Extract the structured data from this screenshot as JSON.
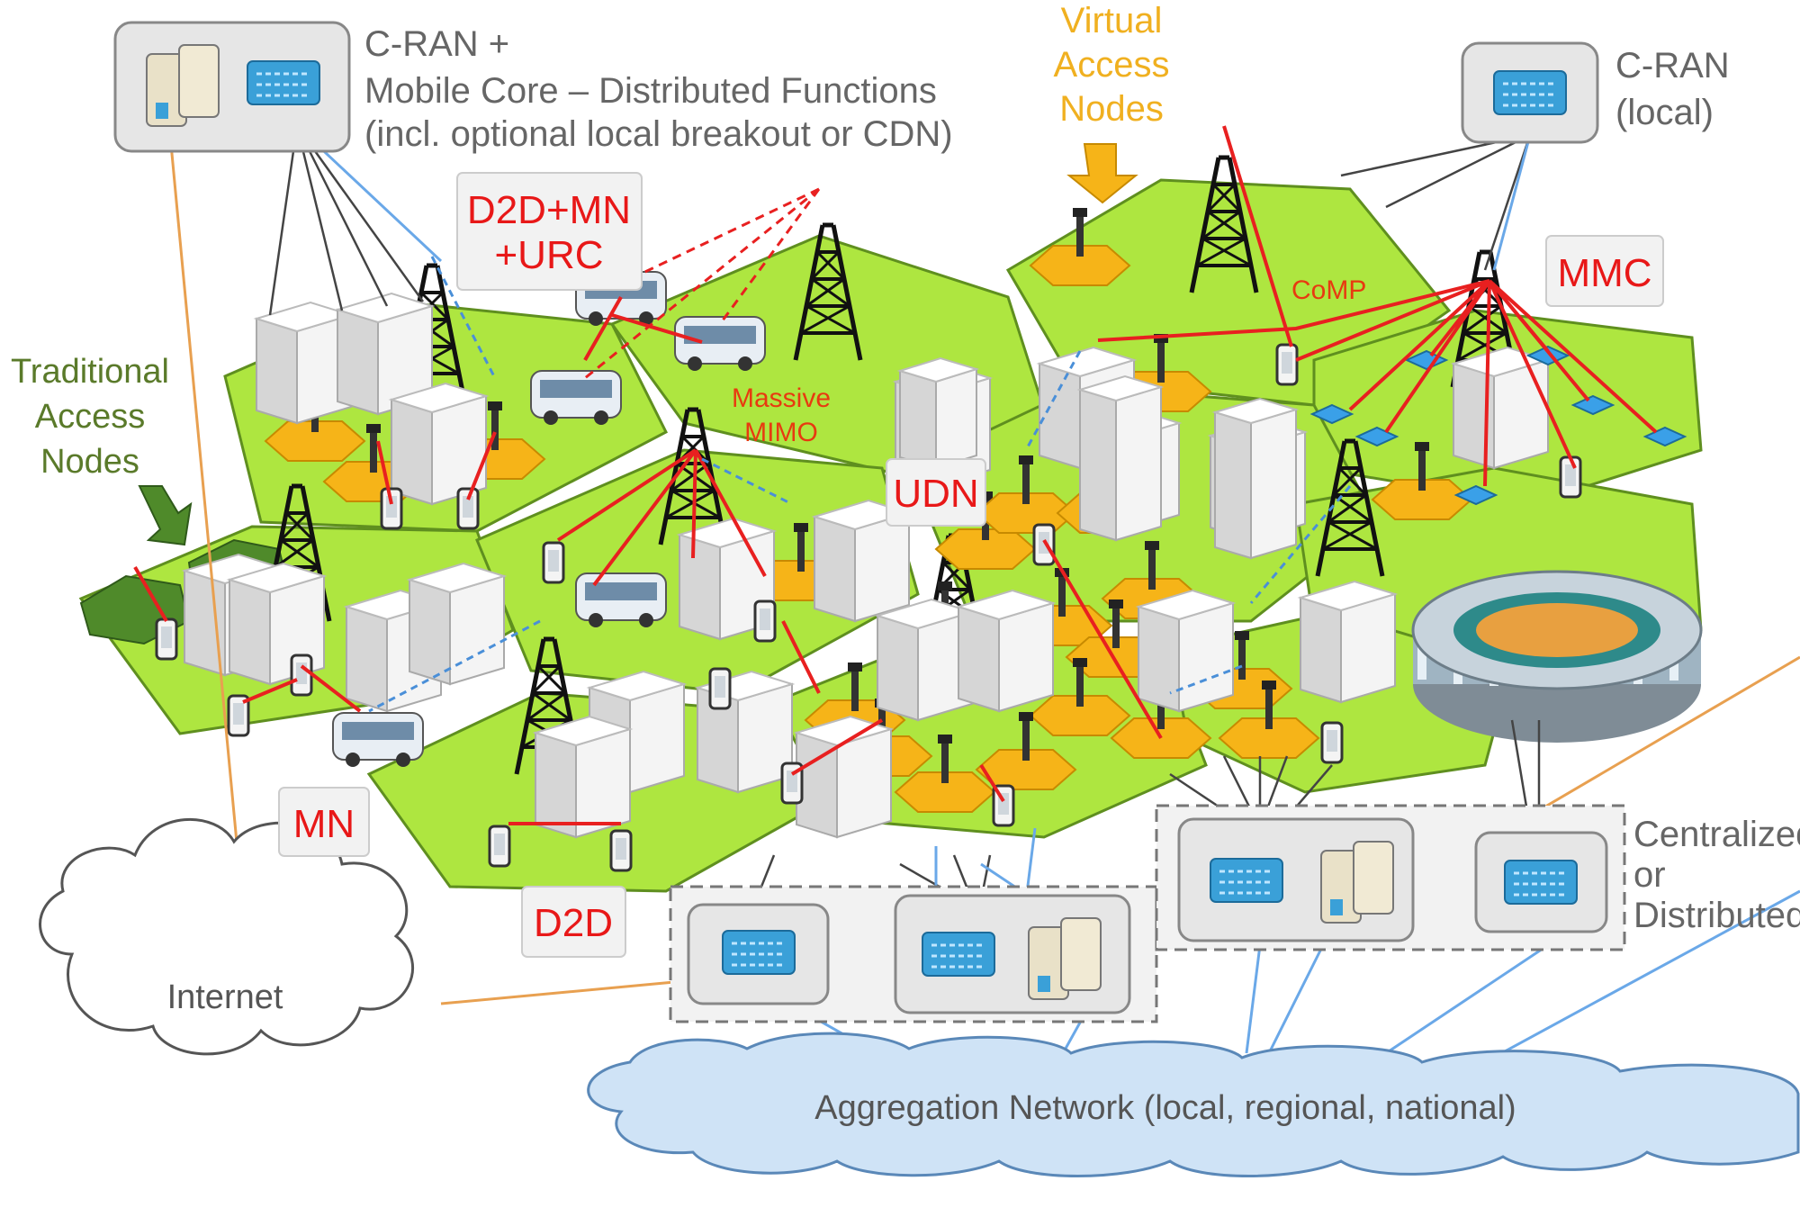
{
  "labels": {
    "cran_mobile_core": [
      "C-RAN +",
      "Mobile  Core – Distributed Functions",
      "(incl. optional local breakout or CDN)"
    ],
    "virtual_access_nodes": [
      "Virtual",
      "Access",
      "Nodes"
    ],
    "cran_local": [
      "C-RAN",
      "(local)"
    ],
    "traditional_access_nodes": [
      "Traditional",
      "Access",
      "Nodes"
    ],
    "d2d_mn_urc": [
      "D2D+MN",
      "+URC"
    ],
    "mmc": "MMC",
    "udn": "UDN",
    "mn": "MN",
    "d2d": "D2D",
    "comp": "CoMP",
    "massive_mimo": [
      "Massive",
      "MIMO"
    ],
    "centralized_or_distributed": [
      "Centralized",
      "or",
      "Distributed"
    ],
    "internet": "Internet",
    "aggregation_network": "Aggregation  Network (local, regional, national)"
  },
  "colors": {
    "cell_green": "#aee640",
    "cell_edge": "#5f8f1f",
    "dark_cell": "#4f8a2a",
    "small_cell": "#f6b418",
    "link_red": "#e82020",
    "link_blue": "#4a8fd8",
    "backhaul_orange": "#e8a050",
    "fronthaul_gray": "#444444"
  },
  "icons": [
    "data-center-icon",
    "router-icon",
    "tower-icon",
    "bus-icon",
    "phone-icon",
    "building-icon",
    "stadium-icon",
    "arrow-icon",
    "cloud-icon"
  ]
}
